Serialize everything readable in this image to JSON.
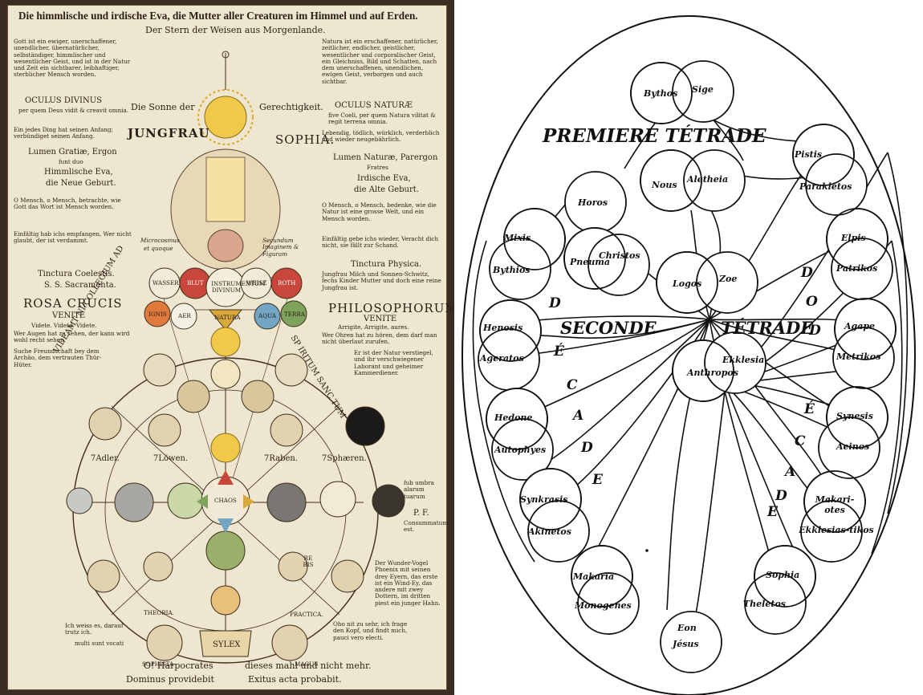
{
  "left_plate": {
    "title": "Die himmlische und irdische Eva, die Mutter aller Creaturen im Himmel und auf Erden.",
    "subtitle": "Der Stern der Weisen aus Morgenlande.",
    "left_column": {
      "p1": "Gott ist ein ewiger, unerschaffener, unendlicher, übernatürlicher, selbständiger, himmlischer und wesentlicher Geist, und ist in der Natur und Zeit ein sichtbarer, leibhaftiger, sterblicher Mensch worden.",
      "oculus": "OCULUS DIVINUS",
      "oculus_sub": "per quem Deus vidit & creavit omnia.",
      "p2": "Ein jedes Ding hat seinen Anfang; verbündiget seinen Anfang.",
      "lumen": "Lumen Gratiæ, Ergon",
      "lumen_sub": "funt duo",
      "eva": "Himmlische Eva,",
      "eva_sub": "die Neue Geburt.",
      "p3": "O Mensch, o Mensch, betrachte, wie Gott das Wort ist Mensch worden.",
      "p4": "Einfältig hab ichs empfangen, Wer nicht glaubt, der ist verdammt.",
      "tinctura": "Tinctura Coelestis.",
      "sacramenta": "S. S. Sacramenta.",
      "rosa": "ROSA CRUCIS",
      "venite": "VENITE",
      "videte": "Videte. Videte. Videte.",
      "p5": "Wer Augen hat zu sehen, der kann wird wohl recht sehen.",
      "p6": "Suche Freundschaft bey dem Archäo, dem vertrauten Thür-Hüter.",
      "p7": "Ich weiss es, darauf trutz ich.",
      "multi": "multi sunt vocati"
    },
    "right_column": {
      "p1": "Natura ist ein erschaffener, natürlicher, zeitlicher, endlicher, geistlicher, wesentlicher und corporalischer Geist, ein Gleichniss, Bild und Schatten, nach dem unerschaffenen, unendlichen, ewigen Geist, verborgen und auch sichtbar.",
      "oculus": "OCULUS NATURÆ",
      "oculus_sub": "five Coeli, per quem Natura vilitat & regit terrena omnia.",
      "p2": "Lebendig, tödlich, würklich, verderblich und wieder neugebährlich.",
      "lumen": "Lumen Naturæ, Parergon",
      "lumen_sub": "Fratres",
      "eva": "Irdische Eva,",
      "eva_sub": "die Alte Geburt.",
      "p3": "O Mensch, o Mensch, bedenke, wie die Natur ist eine grosse Welt, und ein Mensch worden.",
      "p4": "Einfältig gebe ichs wieder, Veracht dich nicht, sie fällt zur Schand.",
      "tinctura": "Tinctura Physica.",
      "p5": "Jungfrau Milch und Sonnen-Schwitz, fechs Kinder Mutter und doch eine reine Jungfrau ist.",
      "philo": "PHILOSOPHORUM",
      "venite": "VENITE",
      "arrigite": "Arrigite, Arrigite, aures.",
      "p6": "Wer Ohren hat zu hören, dem darf man nicht überlaut zurufen.",
      "p7": "Er ist der Natur verstiegel, und ihr verschwiegener Laborant und geheimer Kammerdiener.",
      "fub": "fub umbra alarum tuarum",
      "pf": "P. F.",
      "consummatum": "Consummatum est.",
      "p8": "Der Wunder-Vogel Phoenix mit seinen drey Eyern, das erste ist ein Wind-Ey, das andere mit zwey Dottern, im dritten piest ein junger Hahn.",
      "p9": "Oho nit zu sehr, ich frage den Kopf, und findt mich, pauci vero electi."
    },
    "center": {
      "sun_left": "Die Sonne der",
      "sun_right": "Gerechtigkeit.",
      "jungfrau": "JUNGFRAU",
      "sophia": "SOPHIA.",
      "microcosmus": "Microcosmus",
      "quoque": "et quoque",
      "ad_imagines": "Secundum Imaginem & Figuram",
      "wasser": "WASSER",
      "blut": "BLUT",
      "weisz": "WEISZ",
      "roth": "ROTH",
      "instrument": "INSTRUMENTUM DIVINUM",
      "ignis": "IGNIS",
      "aer": "AER",
      "aqua": "AQUA",
      "terra": "TERRA",
      "natura": "NATURA",
      "arc_left": "VIDEAMT NI COLLEGIUM AD",
      "arc_right": "SP IRITUM SANC TUM",
      "adler": "7Adler.",
      "loewen": "7Löwen.",
      "raben": "7Raben.",
      "sphaeren": "7Sphæren.",
      "chaos": "CHAOS",
      "theoria": "THEORIA.",
      "practica": "PRACTICA.",
      "sophista": "SOPHISTA",
      "magus": "MAGUS",
      "sylex": "SYLEX",
      "rebis": "RE BIS",
      "harpocrates": "O! Harpocrates",
      "dieses": "dieses mahl und nicht mehr.",
      "dominus": "Dominus providebit",
      "exitus": "Exitus acta probabit."
    }
  },
  "right_diagram": {
    "heading_top": "PREMIERE TÉTRADE",
    "heading_mid_left": "SECONDE",
    "heading_mid_right": "TÉTRADE",
    "decade_letters": [
      "D",
      "É",
      "C",
      "A",
      "D",
      "E"
    ],
    "dodecade_letters": [
      "D",
      "O",
      "D",
      "É",
      "C",
      "A",
      "D",
      "E"
    ],
    "nodes": {
      "bythos": "Bythos",
      "sige": "Sige",
      "nous": "Nous",
      "aletheia": "Aletheia",
      "logos": "Logos",
      "zoe": "Zoe",
      "anthropos": "Anthropos",
      "ekklesia": "Ekklesia",
      "horos": "Horos",
      "christos": "Christos",
      "pneuma": "Pneuma",
      "mixis": "Mixis",
      "bythios": "Bythios",
      "henosis": "Henosis",
      "ageratos": "Ageratos",
      "hedone": "Hedone",
      "autophyes": "Autophyes",
      "synkrasis": "Synkrasis",
      "akinetos": "Akinetos",
      "makaria": "Makaria",
      "monogenes": "Monogenes",
      "eon": "Eon",
      "jesus": "Jésus",
      "sophia": "Sophia",
      "theletos": "Theletos",
      "makariotes": "Makari-otes",
      "ekklesiastikos": "Ekklesias-tikos",
      "synesis": "Synesis",
      "aeinos": "Aeinos",
      "agape": "Agape",
      "metrikos": "Metrikos",
      "elpis": "Elpis",
      "patrikos": "Patrikos",
      "pistis": "Pistis",
      "parakletos": "Paraklētos"
    }
  }
}
